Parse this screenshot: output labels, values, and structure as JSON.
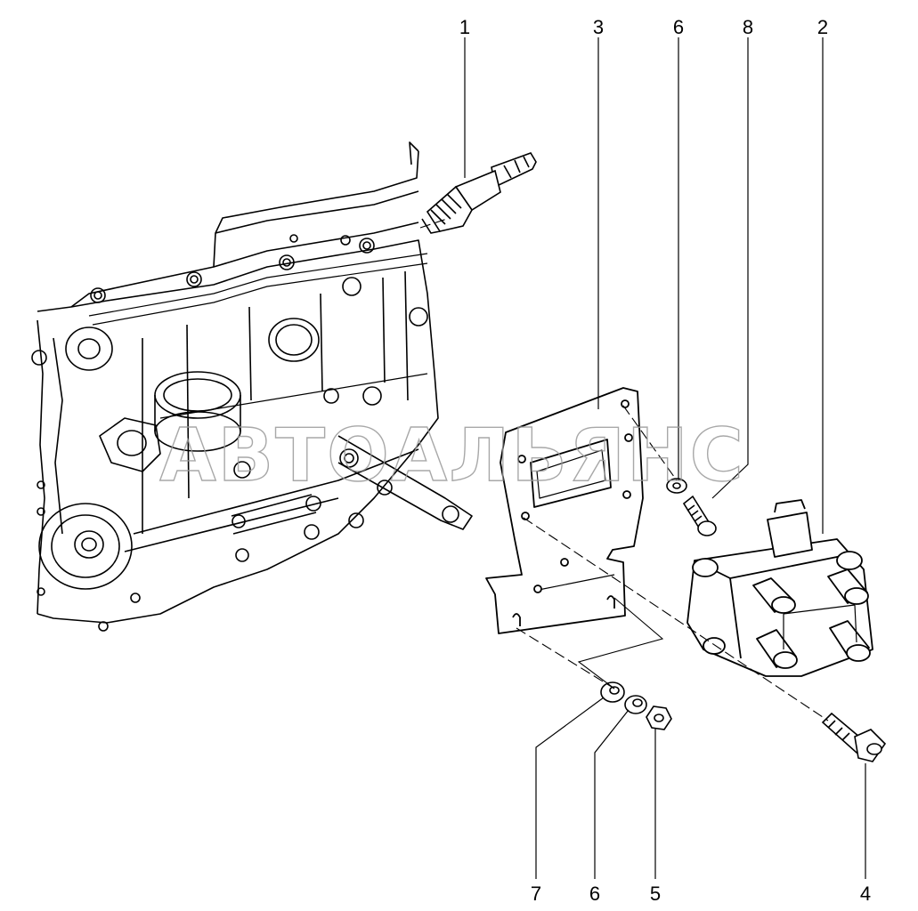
{
  "watermark": "АВТОАЛЬЯНС",
  "callouts": {
    "spark_plug": "1",
    "coil_top": "2",
    "bracket": "3",
    "coil_bolt": "4",
    "nut": "5",
    "washer_top": "6",
    "washer_bottom": "6",
    "flat_washer": "7",
    "bracket_bolt": "8"
  }
}
